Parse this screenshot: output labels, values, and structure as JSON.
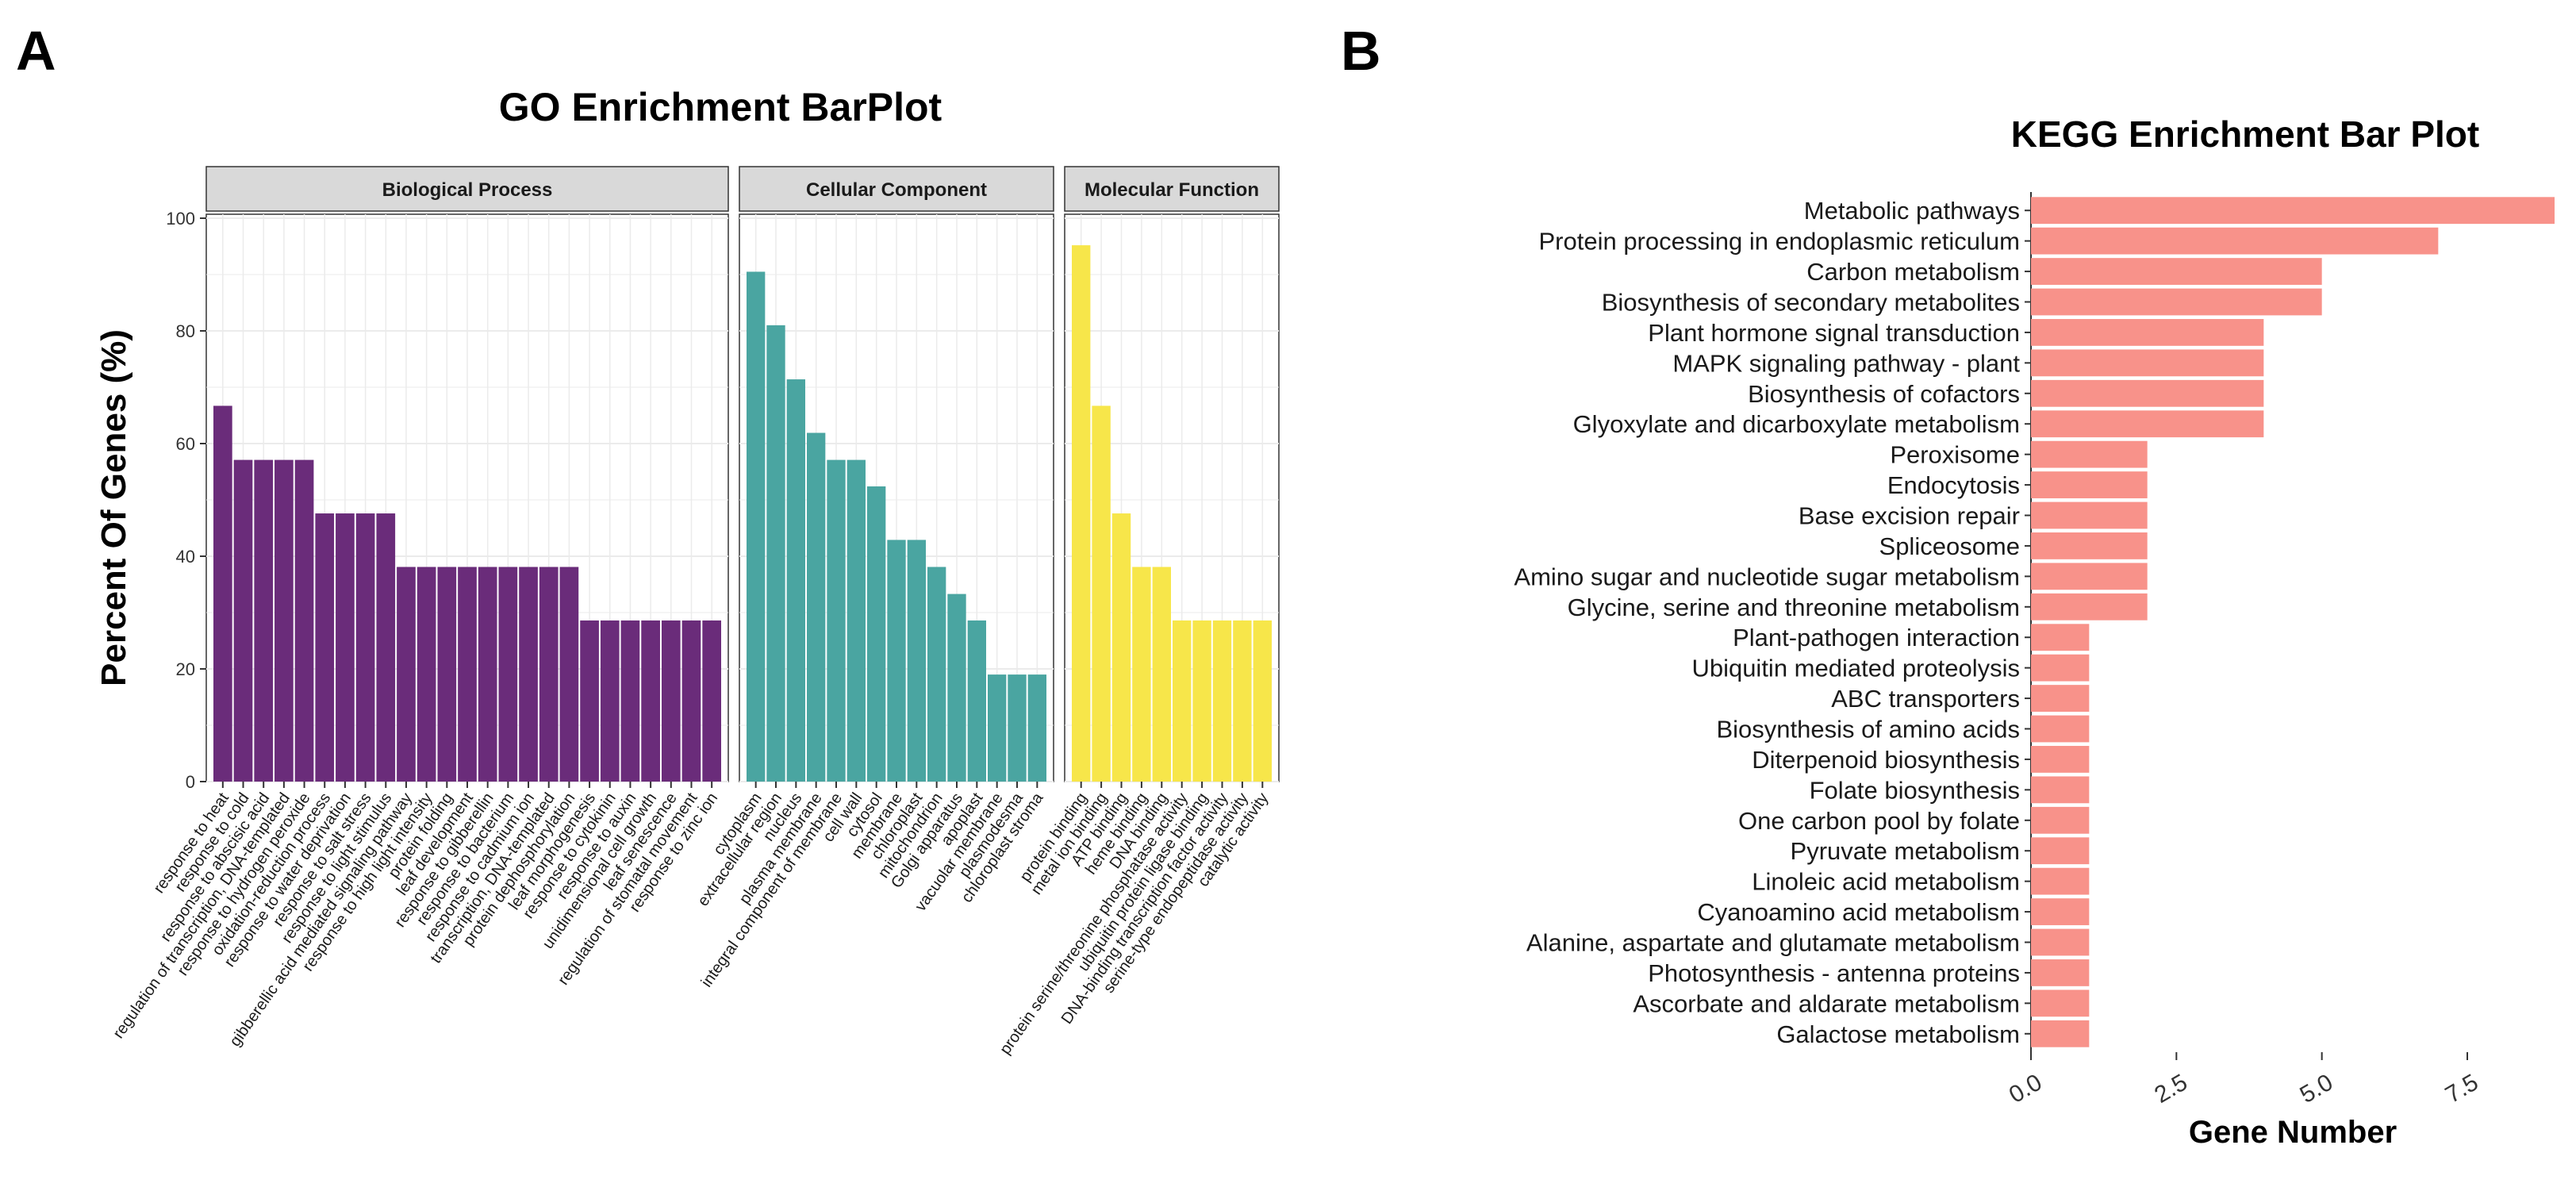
{
  "panel_letters": {
    "a": "A",
    "b": "B"
  },
  "colors": {
    "bp": "#6a2c7a",
    "cc": "#4aa5a1",
    "mf": "#f7e64a",
    "kegg": "#f8928a",
    "strip": "#d9d9d9",
    "grid": "#ebebeb"
  },
  "chart_data": [
    {
      "type": "bar",
      "title": "GO Enrichment BarPlot",
      "ylabel": "Percent Of Genes (%)",
      "xlabel": "",
      "ylim": [
        0,
        100
      ],
      "yticks": [
        0,
        20,
        40,
        60,
        80,
        100
      ],
      "grid": true,
      "facets": [
        {
          "name": "Biological Process",
          "categories": [
            "response to heat",
            "response to cold",
            "response to abscisic acid",
            "regulation of transcription, DNA-templated",
            "response to hydrogen peroxide",
            "oxidation-reduction process",
            "response to water deprivation",
            "response to salt stress",
            "response to light stimulus",
            "gibberellic acid mediated signaling pathway",
            "response to high light intensity",
            "protein folding",
            "leaf development",
            "response to gibberellin",
            "response to bacterium",
            "response to cadmium ion",
            "transcription, DNA-templated",
            "protein dephosphorylation",
            "leaf morphogenesis",
            "response to cytokinin",
            "response to auxin",
            "unidimensional cell growth",
            "leaf senescence",
            "regulation of stomatal movement",
            "response to zinc ion"
          ],
          "values": [
            66.7,
            57.1,
            57.1,
            57.1,
            57.1,
            47.6,
            47.6,
            47.6,
            47.6,
            38.1,
            38.1,
            38.1,
            38.1,
            38.1,
            38.1,
            38.1,
            38.1,
            38.1,
            28.6,
            28.6,
            28.6,
            28.6,
            28.6,
            28.6,
            28.6
          ]
        },
        {
          "name": "Cellular Component",
          "categories": [
            "cytoplasm",
            "extracellular region",
            "nucleus",
            "plasma membrane",
            "integral component of membrane",
            "cell wall",
            "cytosol",
            "membrane",
            "chloroplast",
            "mitochondrion",
            "Golgi apparatus",
            "apoplast",
            "vacuolar membrane",
            "plasmodesma",
            "chloroplast stroma"
          ],
          "values": [
            90.5,
            81.0,
            71.4,
            61.9,
            57.1,
            57.1,
            52.4,
            42.9,
            42.9,
            38.1,
            33.3,
            28.6,
            19.0,
            19.0,
            19.0
          ]
        },
        {
          "name": "Molecular Function",
          "categories": [
            "protein binding",
            "metal ion binding",
            "ATP binding",
            "heme binding",
            "DNA binding",
            "protein serine/threonine phosphatase activity",
            "ubiquitin protein ligase binding",
            "DNA-binding transcription factor activity",
            "serine-type endopeptidase activity",
            "catalytic activity"
          ],
          "values": [
            95.2,
            66.7,
            47.6,
            38.1,
            38.1,
            28.6,
            28.6,
            28.6,
            28.6,
            28.6
          ]
        }
      ]
    },
    {
      "type": "bar",
      "orientation": "horizontal",
      "title": "KEGG Enrichment Bar Plot",
      "xlabel": "Gene Number",
      "ylabel": "",
      "xlim": [
        0,
        9
      ],
      "xticks": [
        0,
        2.5,
        5,
        7.5
      ],
      "xtick_labels": [
        "0.0",
        "2.5",
        "5.0",
        "7.5"
      ],
      "grid": false,
      "categories": [
        "Metabolic pathways",
        "Protein processing in endoplasmic reticulum",
        "Carbon metabolism",
        "Biosynthesis of secondary metabolites",
        "Plant hormone signal transduction",
        "MAPK signaling pathway - plant",
        "Biosynthesis of cofactors",
        "Glyoxylate and dicarboxylate metabolism",
        "Peroxisome",
        "Endocytosis",
        "Base excision repair",
        "Spliceosome",
        "Amino sugar and nucleotide sugar metabolism",
        "Glycine, serine and threonine metabolism",
        "Plant-pathogen interaction",
        "Ubiquitin mediated proteolysis",
        "ABC transporters",
        "Biosynthesis of amino acids",
        "Diterpenoid biosynthesis",
        "Folate biosynthesis",
        "One carbon pool by folate",
        "Pyruvate metabolism",
        "Linoleic acid metabolism",
        "Cyanoamino acid metabolism",
        "Alanine, aspartate and glutamate metabolism",
        "Photosynthesis - antenna proteins",
        "Ascorbate and aldarate metabolism",
        "Galactose metabolism"
      ],
      "values": [
        9,
        7,
        5,
        5,
        4,
        4,
        4,
        4,
        2,
        2,
        2,
        2,
        2,
        2,
        1,
        1,
        1,
        1,
        1,
        1,
        1,
        1,
        1,
        1,
        1,
        1,
        1,
        1
      ]
    }
  ]
}
